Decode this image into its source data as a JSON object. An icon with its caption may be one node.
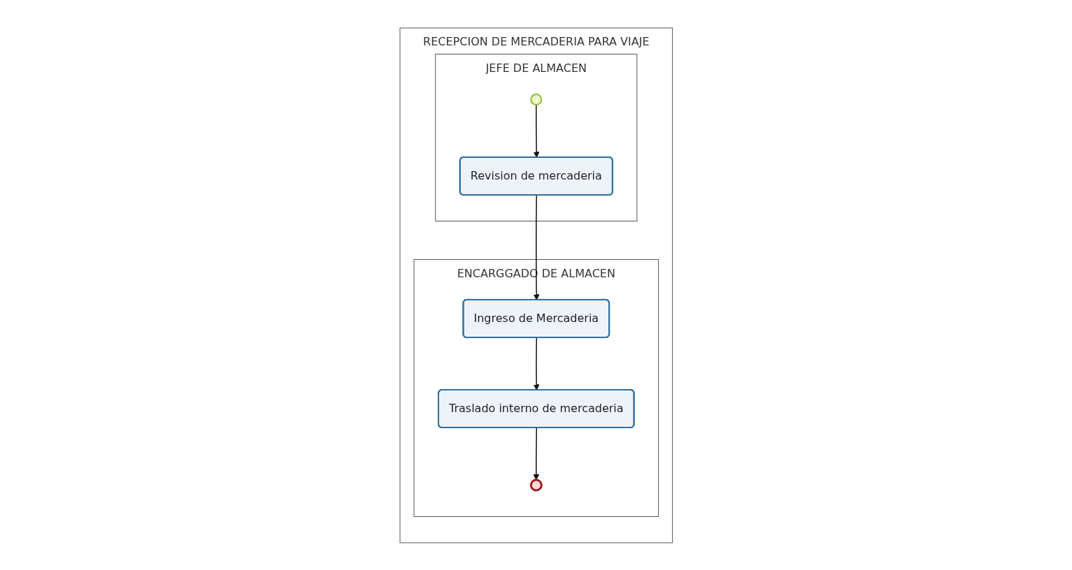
{
  "diagram": {
    "nodes": [
      {
        "text": [
          "RECEPCION DE MERCADERIA PARA VIAJE"
        ]
      },
      {
        "text": [
          "JEFE DE ALMACEN"
        ],
        "in": 0
      },
      {
        "text": [],
        "shape": "circle",
        "in": 1
      },
      {
        "text": [
          "Revision de mercaderia"
        ],
        "in": 1
      },
      {
        "text": [
          "ENCARGGADO DE ALMACEN"
        ],
        "in": 0
      },
      {
        "text": [
          "Ingreso de Mercaderia"
        ],
        "in": 4
      },
      {
        "text": [
          "Traslado interno de mercaderia"
        ],
        "in": 4
      },
      {
        "text": [],
        "shape": "circle",
        "in": 4
      }
    ],
    "edges": [
      {
        "from": 2,
        "to": 3,
        "arrow": "to"
      },
      {
        "from": 3,
        "to": 5,
        "arrow": "to"
      },
      {
        "from": 5,
        "to": 6,
        "arrow": "to"
      },
      {
        "from": 6,
        "to": 7,
        "arrow": "to"
      }
    ]
  }
}
